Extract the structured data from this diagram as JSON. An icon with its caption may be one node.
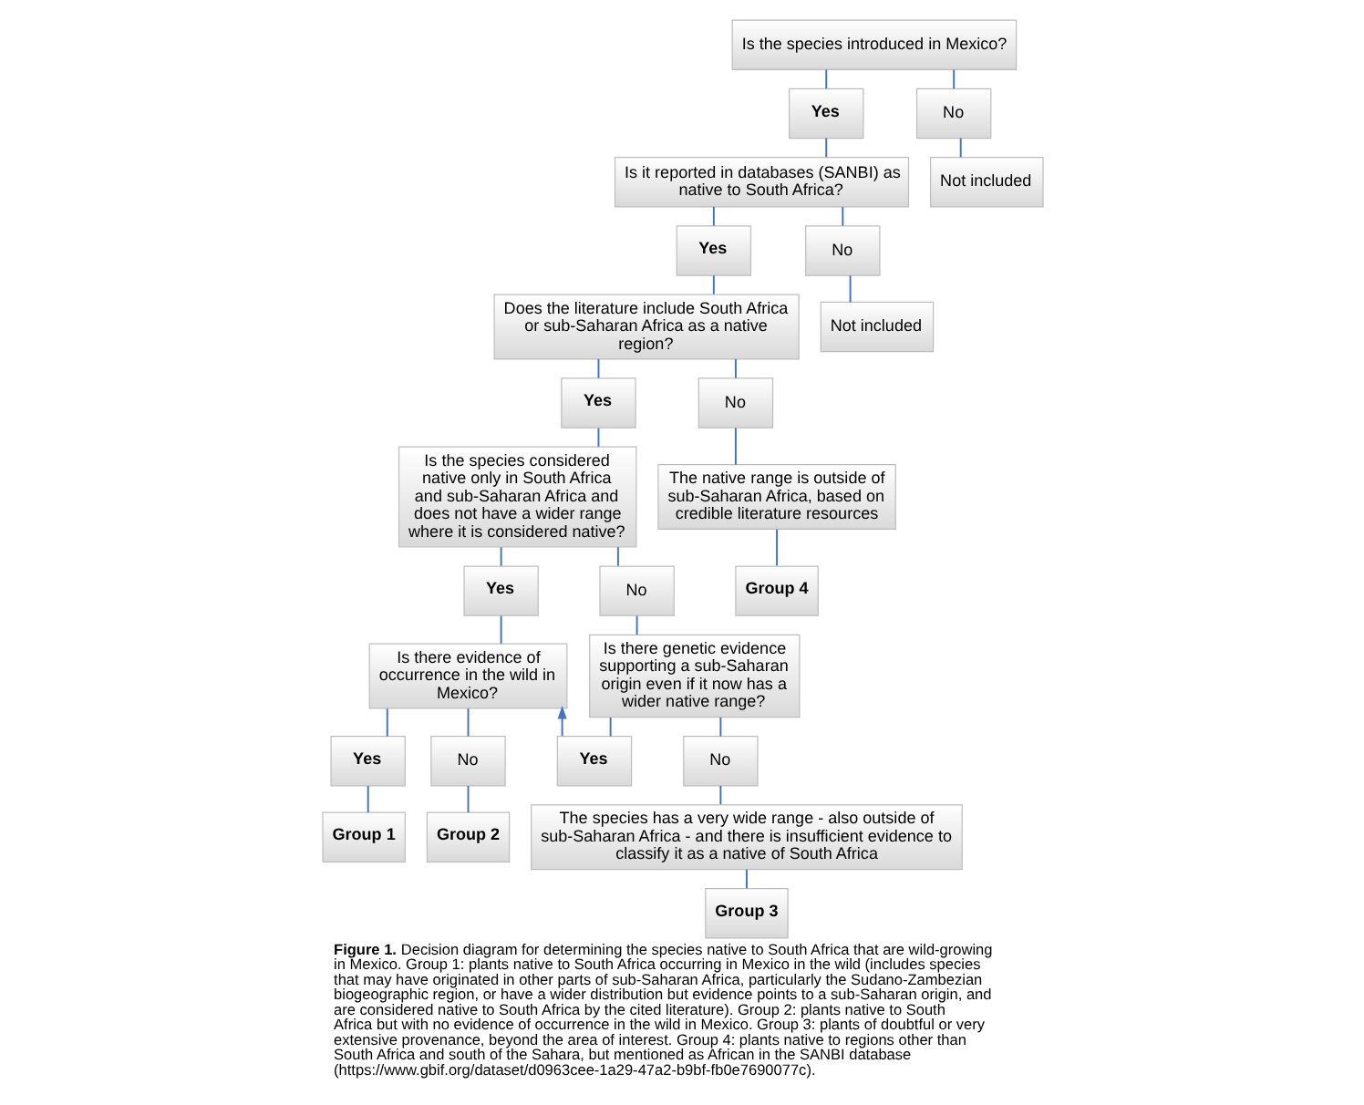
{
  "diagram": {
    "caption": "**Figure 1.** Decision diagram for determining the species native to South Africa that are wild-growing in Mexico. Group 1: plants native to South Africa occurring in Mexico in the wild (includes species that may have originated in other parts of sub-Saharan Africa, particularly the Sudano-Zambezian biogeographic region, or have a wider distribution but evidence points to a sub-Saharan origin, and are considered native to South Africa by the cited literature). Group 2: plants native to South Africa but with no evidence of occurrence in the wild in Mexico. Group 3: plants of doubtful or very extensive provenance, beyond the area of interest. Group 4: plants native to regions other than South Africa and south of the Sahara, but mentioned as African in the SANBI database (https://www.gbif.org/dataset/d0963cee-1a29-47a2-b9bf-fb0e7690077c).",
    "nodes": [
      {
        "text": [
          "Is the species introduced in Mexico?"
        ]
      },
      {
        "text": [
          "Yes"
        ]
      },
      {
        "text": [
          "No"
        ]
      },
      {
        "text": [
          "Is it reported in databases (SANBI) as native to South Africa?"
        ]
      },
      {
        "text": [
          "Not included"
        ]
      },
      {
        "text": [
          "Yes"
        ]
      },
      {
        "text": [
          "No"
        ]
      },
      {
        "text": [
          "Does the literature include South Africa or sub-Saharan Africa as a native region?"
        ]
      },
      {
        "text": [
          "Not included"
        ]
      },
      {
        "text": [
          "Yes"
        ]
      },
      {
        "text": [
          "No"
        ]
      },
      {
        "text": [
          "Is the species considered native only in South Africa and sub-Saharan Africa and does not have a wider range where it is considered native?"
        ]
      },
      {
        "text": [
          "The native range is outside of sub-Saharan Africa, based on credible literature resources"
        ]
      },
      {
        "text": [
          "Group 4"
        ]
      },
      {
        "text": [
          "Yes"
        ]
      },
      {
        "text": [
          "No"
        ]
      },
      {
        "text": [
          "Is there evidence of occurrence in the wild in Mexico?"
        ]
      },
      {
        "text": [
          "Is there genetic evidence supporting a sub-Saharan origin even if it now has a wider native range?"
        ]
      },
      {
        "text": [
          "Yes"
        ]
      },
      {
        "text": [
          "No"
        ]
      },
      {
        "text": [
          "Yes"
        ]
      },
      {
        "text": [
          "No"
        ]
      },
      {
        "text": [
          "Group 1"
        ]
      },
      {
        "text": [
          "Group 2"
        ]
      },
      {
        "text": [
          "The species has a very wide range - also outside of sub-Saharan Africa - and there is insufficient evidence to classify it as a native of South Africa"
        ]
      },
      {
        "text": [
          "Group 3"
        ]
      }
    ],
    "edges": [
      {
        "from": 0,
        "to": 1,
        "arrow": "none"
      },
      {
        "from": 0,
        "to": 2,
        "arrow": "none"
      },
      {
        "from": 1,
        "to": 3,
        "arrow": "none"
      },
      {
        "from": 2,
        "to": 4,
        "arrow": "none"
      },
      {
        "from": 3,
        "to": 5,
        "arrow": "none"
      },
      {
        "from": 3,
        "to": 6,
        "arrow": "none"
      },
      {
        "from": 5,
        "to": 7,
        "arrow": "none"
      },
      {
        "from": 6,
        "to": 8,
        "arrow": "none"
      },
      {
        "from": 7,
        "to": 9,
        "arrow": "none"
      },
      {
        "from": 7,
        "to": 10,
        "arrow": "none"
      },
      {
        "from": 9,
        "to": 11,
        "arrow": "none"
      },
      {
        "from": 10,
        "to": 12,
        "arrow": "none"
      },
      {
        "from": 12,
        "to": 13,
        "arrow": "none"
      },
      {
        "from": 11,
        "to": 14,
        "arrow": "none"
      },
      {
        "from": 11,
        "to": 15,
        "arrow": "none"
      },
      {
        "from": 14,
        "to": 16,
        "arrow": "none"
      },
      {
        "from": 15,
        "to": 17,
        "arrow": "none"
      },
      {
        "from": 16,
        "to": 18,
        "arrow": "none"
      },
      {
        "from": 16,
        "to": 19,
        "arrow": "none"
      },
      {
        "from": 18,
        "to": 22,
        "arrow": "none"
      },
      {
        "from": 19,
        "to": 23,
        "arrow": "none"
      },
      {
        "from": 17,
        "to": 20,
        "arrow": "none"
      },
      {
        "from": 17,
        "to": 21,
        "arrow": "none"
      },
      {
        "from": 20,
        "to": 16,
        "arrow": "to"
      },
      {
        "from": 21,
        "to": 24,
        "arrow": "none"
      },
      {
        "from": 24,
        "to": 25,
        "arrow": "none"
      }
    ]
  }
}
